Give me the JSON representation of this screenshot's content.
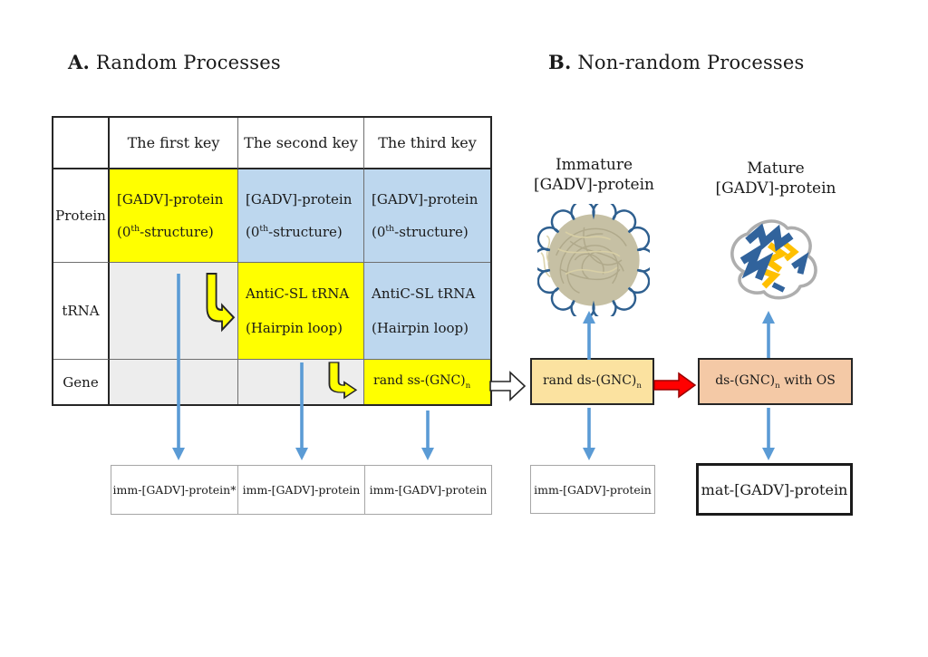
{
  "colors": {
    "yellow": "#FFFF00",
    "light_blue": "#BDD7EE",
    "light_gray": "#EDEDED",
    "tan": "#FBE2A0",
    "salmon": "#F4C9A6",
    "arrow_blue": "#5B9BD5",
    "red": "#FF0000",
    "red_dark": "#990000",
    "ink": "#1A1A1A"
  },
  "panel_a": {
    "title_letter": "A.",
    "title_text": " Random Processes",
    "table": {
      "col_headers": [
        "The first key",
        "The second key",
        "The third key"
      ],
      "row_headers": [
        "Protein",
        "tRNA",
        "Gene"
      ],
      "protein_line1": "[GADV]-protein",
      "protein_line2_pre": "(0",
      "protein_line2_sup": "th",
      "protein_line2_post": "-structure)",
      "trna_line1": "AntiC-SL tRNA",
      "trna_line2": "(Hairpin loop)",
      "gene_text": "rand ss-(GNC)",
      "gene_sub": "n"
    },
    "output_boxes": [
      "imm-[GADV]-protein*",
      "imm-[GADV]-protein",
      "imm-[GADV]-protein"
    ]
  },
  "panel_b": {
    "title_letter": "B.",
    "title_text": " Non-random Processes",
    "immature_label": {
      "line1": "Immature",
      "line2": "[GADV]-protein"
    },
    "mature_label": {
      "line1": "Mature",
      "line2": "[GADV]-protein"
    },
    "dna_box_left": {
      "text": "rand ds-(GNC)",
      "sub": "n"
    },
    "dna_box_right": {
      "pre": "ds-(GNC)",
      "sub": "n",
      "post": " with OS"
    },
    "output_box_left": "imm-[GADV]-protein",
    "output_box_right": "mat-[GADV]-protein"
  }
}
